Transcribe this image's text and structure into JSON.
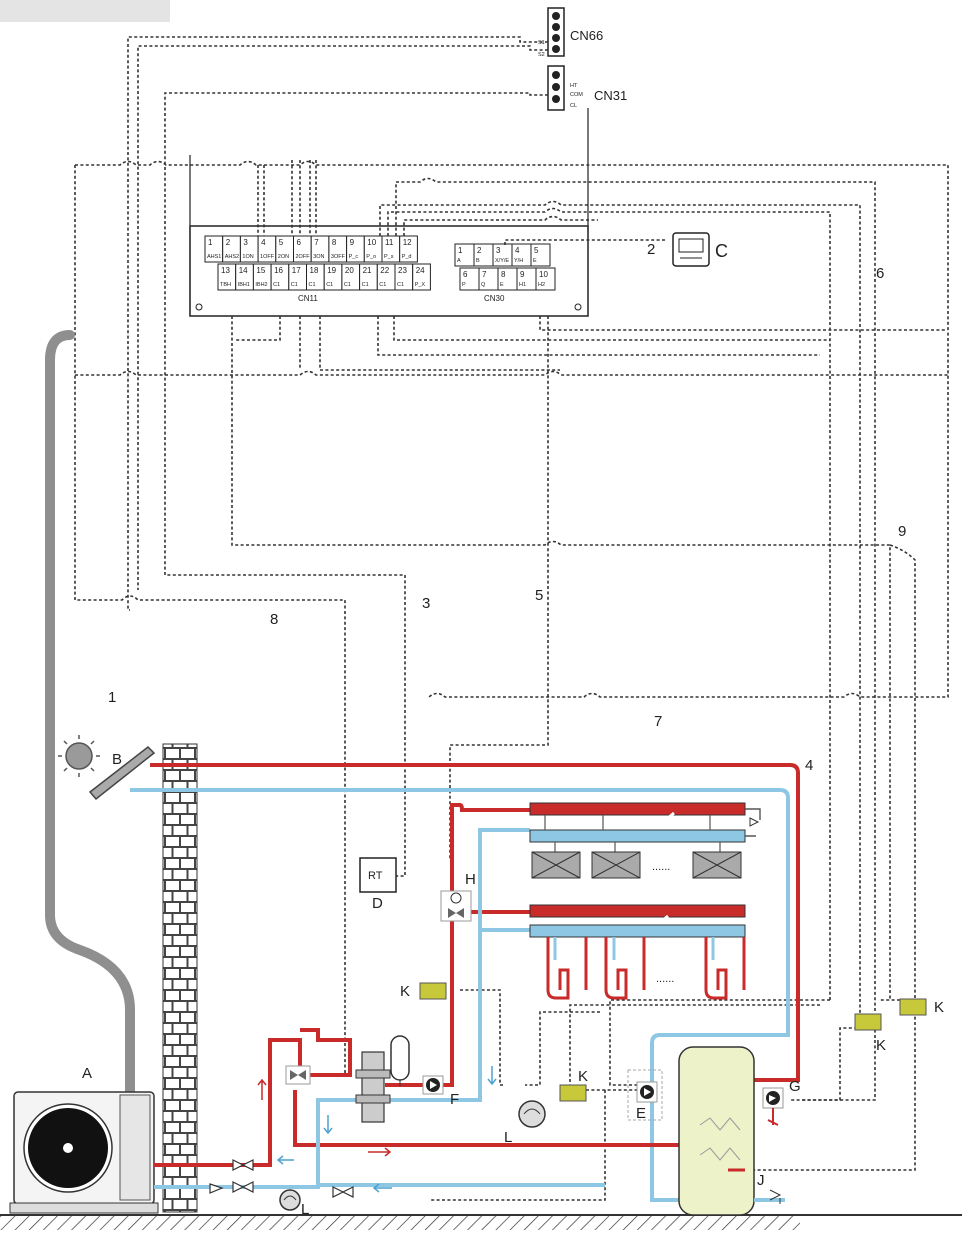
{
  "title": "",
  "connectors": {
    "cn66": "CN66",
    "cn66_s1": "S1",
    "cn66_s2": "S2",
    "cn31": "CN31",
    "cn31_ht": "HT",
    "cn31_com": "COM",
    "cn31_cl": "CL",
    "cn11": "CN11",
    "cn30": "CN30"
  },
  "cn11_top_numbers": [
    "1",
    "2",
    "3",
    "4",
    "5",
    "6",
    "7",
    "8",
    "9",
    "10",
    "11",
    "12"
  ],
  "cn11_top_labels": [
    "AHS1",
    "AHS2",
    "1ON",
    "1OFF",
    "2ON",
    "2OFF",
    "3ON",
    "3OFF",
    "P_c",
    "P_o",
    "P_s",
    "P_d"
  ],
  "cn11_bottom_numbers": [
    "13",
    "14",
    "15",
    "16",
    "17",
    "18",
    "19",
    "20",
    "21",
    "22",
    "23",
    "24"
  ],
  "cn11_bottom_labels": [
    "TBH",
    "IBH1",
    "IBH2",
    "C1",
    "C1",
    "C1",
    "C1",
    "C1",
    "C1",
    "C1",
    "C1",
    "P_X"
  ],
  "cn30_top_numbers": [
    "1",
    "2",
    "3",
    "4",
    "5"
  ],
  "cn30_top_labels": [
    "A",
    "B",
    "X/Y/E",
    "Y/H",
    "E"
  ],
  "cn30_bottom_numbers": [
    "6",
    "7",
    "8",
    "9",
    "10"
  ],
  "cn30_bottom_labels": [
    "P",
    "Q",
    "E",
    "H1",
    "H2"
  ],
  "wire_numbers": [
    "1",
    "2",
    "3",
    "4",
    "5",
    "6",
    "7",
    "8",
    "9"
  ],
  "component_labels": {
    "a": "A",
    "b": "B",
    "c": "C",
    "d": "D",
    "e": "E",
    "f": "F",
    "g": "G",
    "h": "H",
    "j": "J",
    "k": "K",
    "l": "L"
  },
  "room_thermostat": "RT",
  "fan_coil_dots": "......",
  "floor_loop_dots": "......",
  "colors": {
    "hot_water": "#c92a2a",
    "cold_water": "#8ec7e3",
    "refrigerant_pipe": "#8f8f8f",
    "wiring": "#333333",
    "tank": "#eef2c8",
    "sensor": "#c8c93a"
  },
  "icons": [
    "sun-icon",
    "solar-panel-icon",
    "heat-pump-icon",
    "fan-coil-icon",
    "pump-icon",
    "valve-icon",
    "expansion-vessel-icon",
    "thermostat-icon",
    "controller-icon",
    "tank-icon",
    "brick-wall-icon",
    "ground-hatch-icon"
  ]
}
